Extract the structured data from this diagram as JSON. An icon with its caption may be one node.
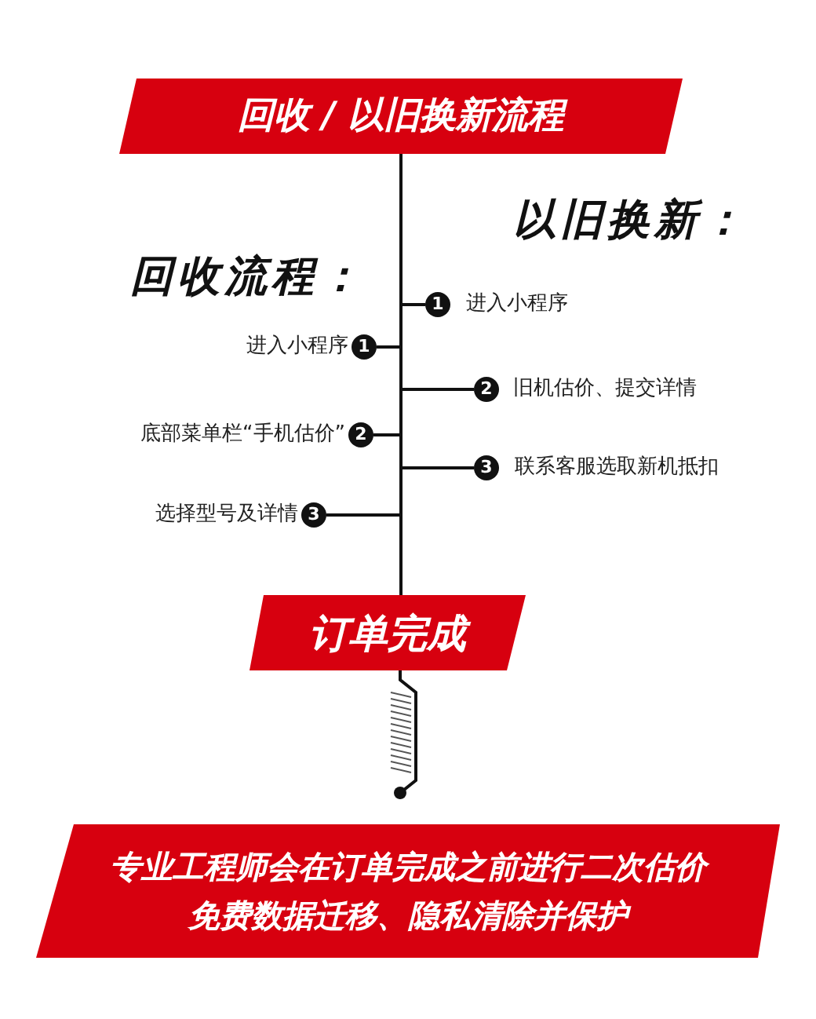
{
  "diagram": {
    "nodes": [
      {
        "text": [
          "回收 / 以旧换新流程"
        ]
      },
      {
        "text": [
          "1"
        ],
        "beside": [
          "进入小程序"
        ]
      },
      {
        "text": [
          "1"
        ],
        "beside": [
          "进入小程序"
        ]
      },
      {
        "text": [
          "2"
        ],
        "beside": [
          "旧机估价、提交详情"
        ]
      },
      {
        "text": [
          "2"
        ],
        "beside": [
          "底部菜单栏“手机估价”"
        ]
      },
      {
        "text": [
          "3"
        ],
        "beside": [
          "联系客服选取新机抵扣"
        ]
      },
      {
        "text": [
          "3"
        ],
        "beside": [
          "选择型号及详情"
        ]
      },
      {
        "text": [
          "订单完成"
        ]
      },
      {
        "text": [
          "专业工程师会在订单完成之前进行二次估价",
          "免费数据迁移、隐私清除并保护"
        ]
      }
    ],
    "edges": [
      {
        "from": 0,
        "to": 1,
        "arrow": "none"
      },
      {
        "from": 0,
        "to": 2,
        "arrow": "none"
      },
      {
        "from": 0,
        "to": 3,
        "arrow": "none"
      },
      {
        "from": 0,
        "to": 4,
        "arrow": "none"
      },
      {
        "from": 0,
        "to": 5,
        "arrow": "none"
      },
      {
        "from": 0,
        "to": 6,
        "arrow": "none"
      },
      {
        "from": 0,
        "to": 7,
        "arrow": "none"
      },
      {
        "from": 7,
        "to": null,
        "arrow": "other"
      }
    ],
    "labels": [
      "以旧换新：",
      "回收流程："
    ]
  }
}
